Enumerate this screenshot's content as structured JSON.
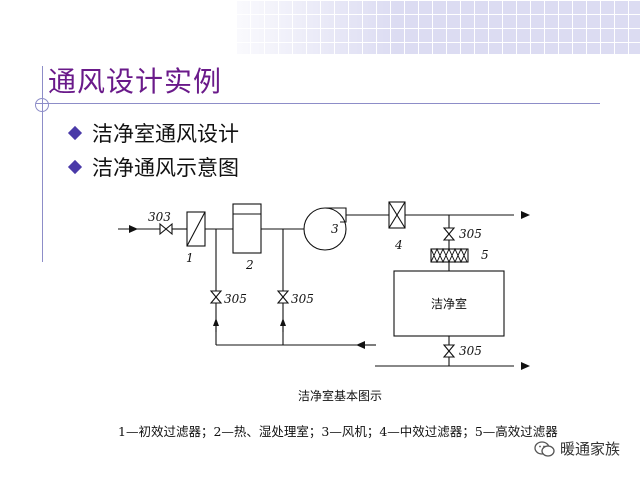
{
  "slide": {
    "title": "通风设计实例",
    "bullets": [
      "洁净室通风设计",
      "洁净通风示意图"
    ]
  },
  "diagram": {
    "labels": {
      "valve_303": "303",
      "valve_305_top": "305",
      "valve_305_left": "305",
      "valve_305_mid": "305",
      "valve_305_bottom": "305",
      "comp_1": "1",
      "comp_2": "2",
      "comp_3": "3",
      "comp_4": "4",
      "comp_5": "5",
      "cleanroom": "洁净室"
    },
    "caption": "洁净室基本图示",
    "legend": "1—初效过滤器；2—热、湿处理室；3—风机；4—中效过滤器；5—高效过滤器"
  },
  "watermark": {
    "text": "暖通家族"
  },
  "colors": {
    "title": "#6a1a8a",
    "bullet": "#4a3aa8",
    "rule": "#8d8dc8",
    "line": "#111111"
  }
}
